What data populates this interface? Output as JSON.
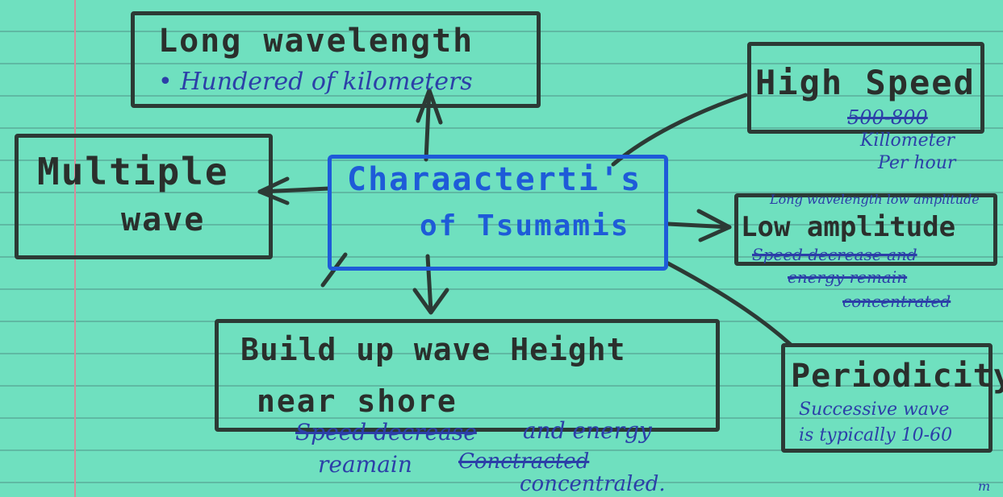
{
  "center": {
    "line1": "Charaacterti's",
    "line2": "of Tsumamis"
  },
  "nodes": {
    "long_wavelength": {
      "title": "Long wavelength",
      "note": "• Hundered of kilometers"
    },
    "high_speed": {
      "title": "High Speed",
      "note_struck": "500-800",
      "note1": "Killometer",
      "note2": "Per hour"
    },
    "multiple_wave": {
      "line1": "Multiple",
      "line2": "wave"
    },
    "low_amplitude": {
      "title": "Low amplitude",
      "note_top": "Long wavelength low amplitude",
      "note1": "Speed decrease and",
      "note2": "energy remain",
      "note3": "concentrated"
    },
    "build_up": {
      "line1": "Build up wave Height",
      "line2": "near shore",
      "note_struck": "Speed decrease",
      "note1": "and energy",
      "note2": "reamain",
      "note2_struck": "Conctracted",
      "note3": "concentraled."
    },
    "periodicity": {
      "title": "Periodicity",
      "note1": "Successive wave",
      "note2": "is typically 10-60",
      "note3": "m"
    }
  },
  "colors": {
    "ink": "#2c3a35",
    "blue": "#1e5bd8",
    "pen": "#2c3fa8",
    "paper": "#6fe0bf"
  }
}
